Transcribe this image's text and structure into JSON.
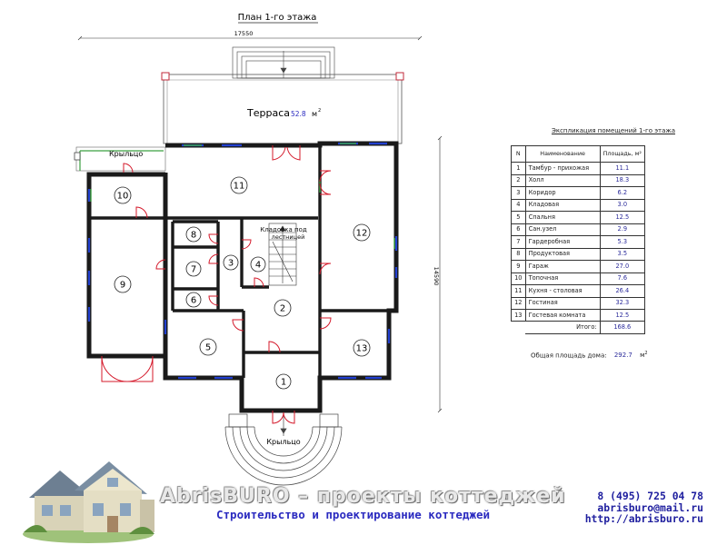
{
  "plan": {
    "title": "План 1-го этажа",
    "dim_width": "17550",
    "dim_height": "14590",
    "terrace_label": "Терраса",
    "terrace_area": "52.8",
    "terrace_unit": "м",
    "terrace_unit_sup": "2",
    "porch_left_label": "Крыльцо",
    "porch_front_label": "Крыльцо",
    "storage_label_line1": "Кладовка под",
    "storage_label_line2": "лестницей",
    "room_numbers": [
      "1",
      "2",
      "3",
      "4",
      "5",
      "6",
      "7",
      "8",
      "9",
      "10",
      "11",
      "12",
      "13"
    ]
  },
  "explication": {
    "title": "Экспликация помещений 1-го этажа",
    "headers": {
      "n": "N",
      "name": "Наименование",
      "area": "Площадь, м²"
    },
    "rows": [
      {
        "n": "1",
        "name": "Тамбур - прихожая",
        "area": "11.1"
      },
      {
        "n": "2",
        "name": "Холл",
        "area": "18.3"
      },
      {
        "n": "3",
        "name": "Коридор",
        "area": "6.2"
      },
      {
        "n": "4",
        "name": "Кладовая",
        "area": "3.0"
      },
      {
        "n": "5",
        "name": "Спальня",
        "area": "12.5"
      },
      {
        "n": "6",
        "name": "Сан.узел",
        "area": "2.9"
      },
      {
        "n": "7",
        "name": "Гардеробная",
        "area": "5.3"
      },
      {
        "n": "8",
        "name": "Продуктовая",
        "area": "3.5"
      },
      {
        "n": "9",
        "name": "Гараж",
        "area": "27.0"
      },
      {
        "n": "10",
        "name": "Топочная",
        "area": "7.6"
      },
      {
        "n": "11",
        "name": "Кухня - столовая",
        "area": "26.4"
      },
      {
        "n": "12",
        "name": "Гостиная",
        "area": "32.3"
      },
      {
        "n": "13",
        "name": "Гостевая комната",
        "area": "12.5"
      }
    ],
    "total_label": "Итого:",
    "total_value": "168.6",
    "house_total_label": "Общая площадь дома:",
    "house_total_value": "292.7",
    "house_total_unit": "м",
    "house_total_unit_sup": "2"
  },
  "footer": {
    "brand": "AbrisBURO – проекты коттеджей",
    "slogan": "Строительство и проектирование коттеджей",
    "phone": "8 (495) 725 04 78",
    "email": "abrisburo@mail.ru",
    "url": "http://abrisburo.ru"
  },
  "colors": {
    "wall": "#1a1a1a",
    "door": "#d4182a",
    "window_blue": "#2240d0",
    "window_green": "#3aa040",
    "text_blue": "#2b2bc0"
  }
}
